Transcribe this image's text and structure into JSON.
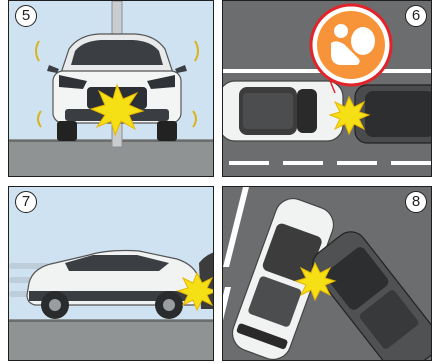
{
  "panels": [
    {
      "number": "5",
      "scene": "front-impact-pole"
    },
    {
      "number": "6",
      "scene": "rear-end-collision-airbag"
    },
    {
      "number": "7",
      "scene": "rear-side-impact-vehicle"
    },
    {
      "number": "8",
      "scene": "angled-collision-top-view"
    }
  ],
  "icons": {
    "airbag": "airbag-warning-icon",
    "impact": "impact-starburst-icon"
  },
  "colors": {
    "sky": "#cfe2f1",
    "ground": "#8f9394",
    "road": "#6b6d6e",
    "impact": "#f5e016",
    "airbag_circle": "#f7943a",
    "airbag_ring": "#e2242a",
    "car_white": "#f1f2f2",
    "car_dark": "#3c3c3d"
  }
}
